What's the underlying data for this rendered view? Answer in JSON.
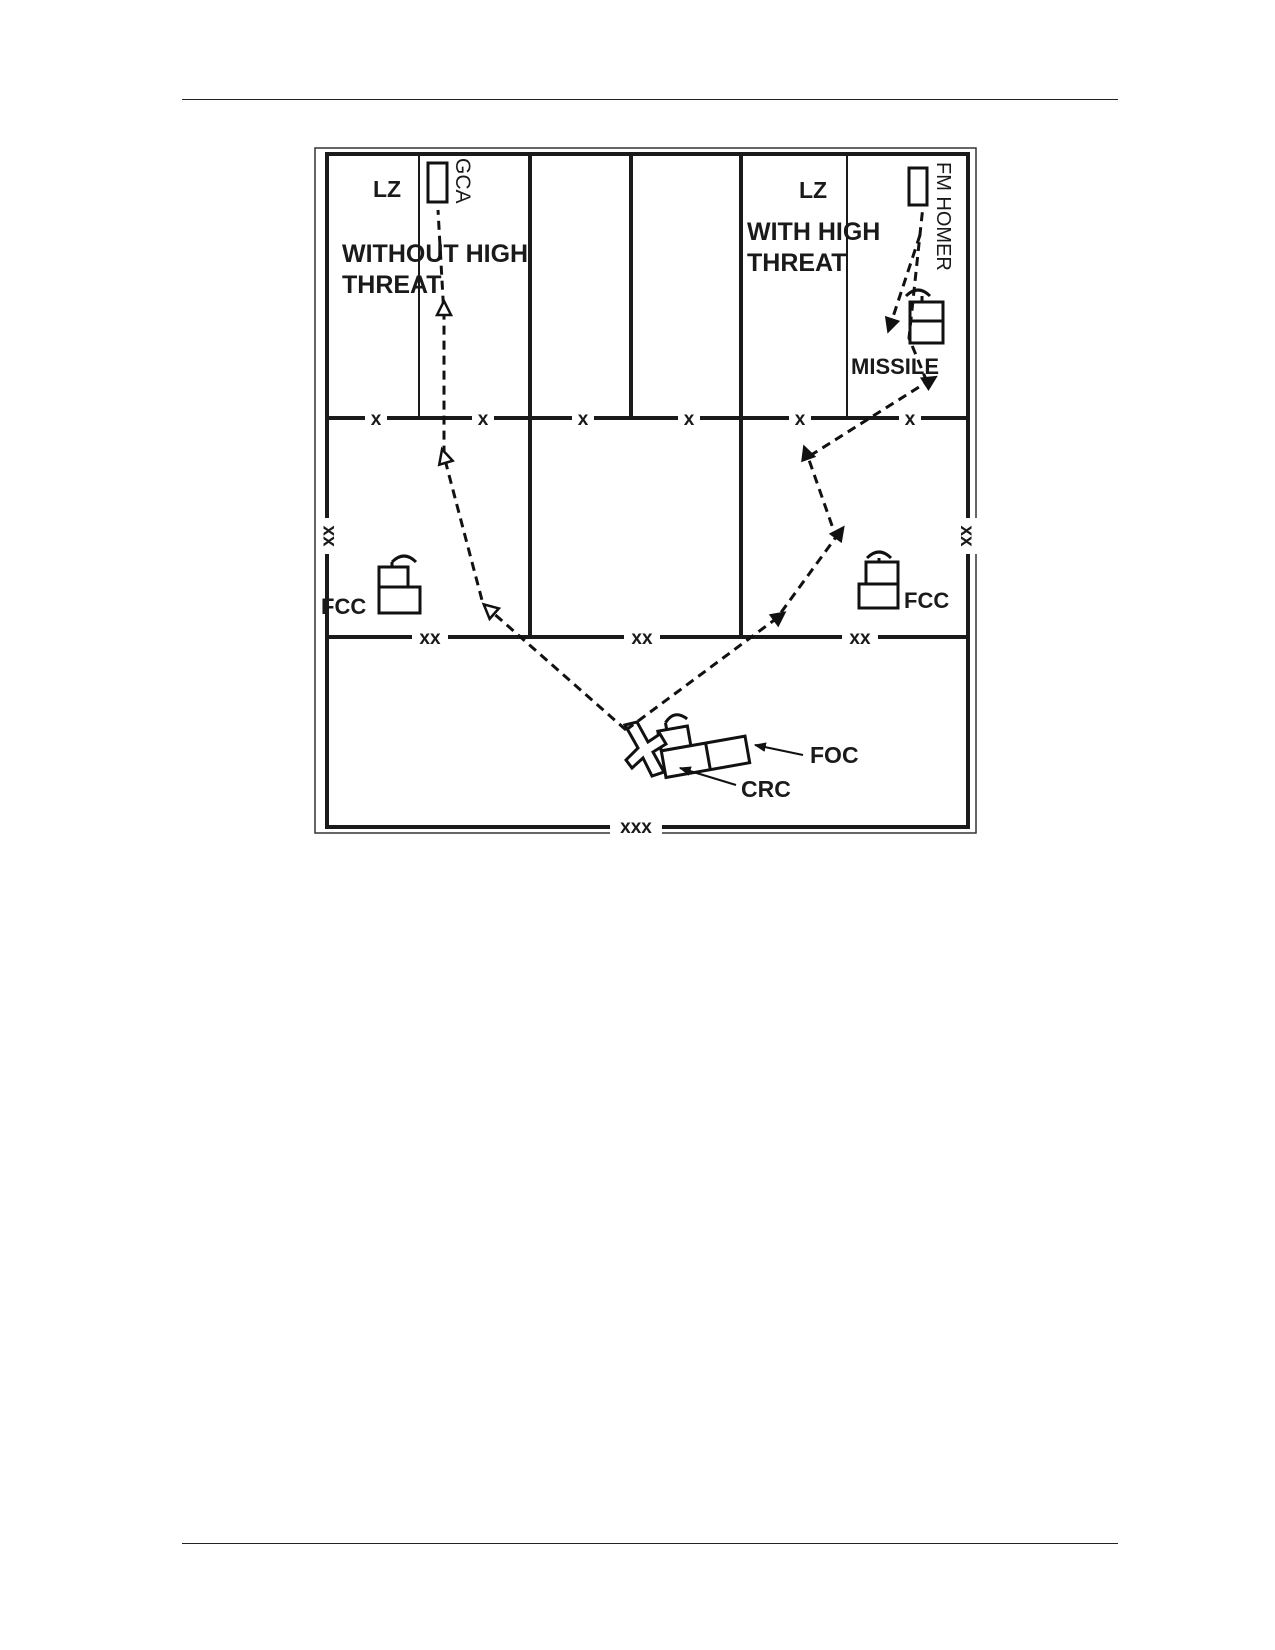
{
  "figure": {
    "labels": {
      "lz_left": "LZ",
      "gca": "GCA",
      "without_high": "WITHOUT HIGH",
      "without_threat": "THREAT",
      "lz_right": "LZ",
      "with_high": "WITH HIGH",
      "with_threat": "THREAT",
      "fm_homer": "FM HOMER",
      "missile": "MISSILE",
      "fcc_left": "FCC",
      "fcc_right": "FCC",
      "foc": "FOC",
      "crc": "CRC"
    },
    "boundary_marks": {
      "company": "x",
      "battalion": "xx",
      "brigade": "xxx"
    }
  }
}
